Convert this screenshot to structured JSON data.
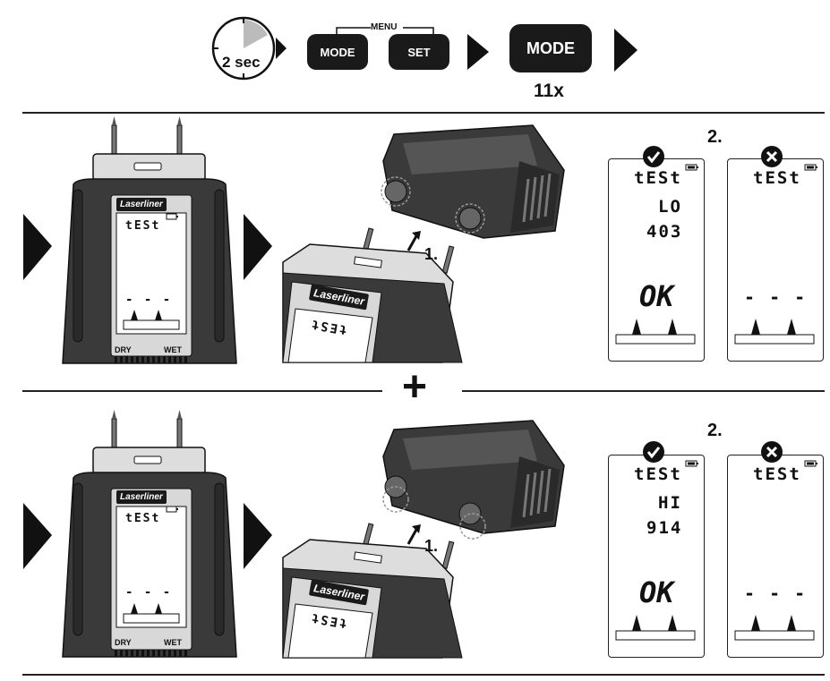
{
  "header": {
    "timer_label": "2 sec",
    "menu_label": "MENU",
    "mode_label": "MODE",
    "set_label": "SET",
    "mode_big_label": "MODE",
    "repeat_label": "11x"
  },
  "rows": [
    {
      "device": {
        "brand": "Laserliner",
        "lcd_text": "tESt",
        "dashes": "- - -",
        "dry": "DRY",
        "wet": "WET"
      },
      "tilted": {
        "brand": "Laserliner",
        "lcd_text": "tESt",
        "step": "1."
      },
      "step2": "2.",
      "ok_panel": {
        "line1": "tESt",
        "line2": "LO",
        "line3": "403",
        "result": "OK"
      },
      "fail_panel": {
        "line1": "tESt",
        "dashes": "- - -"
      }
    },
    {
      "device": {
        "brand": "Laserliner",
        "lcd_text": "tESt",
        "dashes": "- - -",
        "dry": "DRY",
        "wet": "WET"
      },
      "tilted": {
        "brand": "Laserliner",
        "lcd_text": "tESt",
        "step": "1."
      },
      "step2": "2.",
      "ok_panel": {
        "line1": "tESt",
        "line2": "HI",
        "line3": "914",
        "result": "OK"
      },
      "fail_panel": {
        "line1": "tESt",
        "dashes": "- - -"
      }
    }
  ],
  "plus_sign": "+",
  "icons": {
    "check": "check-circle-icon",
    "cross": "cross-circle-icon",
    "arrow": "triangle-arrow-icon",
    "battery": "battery-icon"
  }
}
